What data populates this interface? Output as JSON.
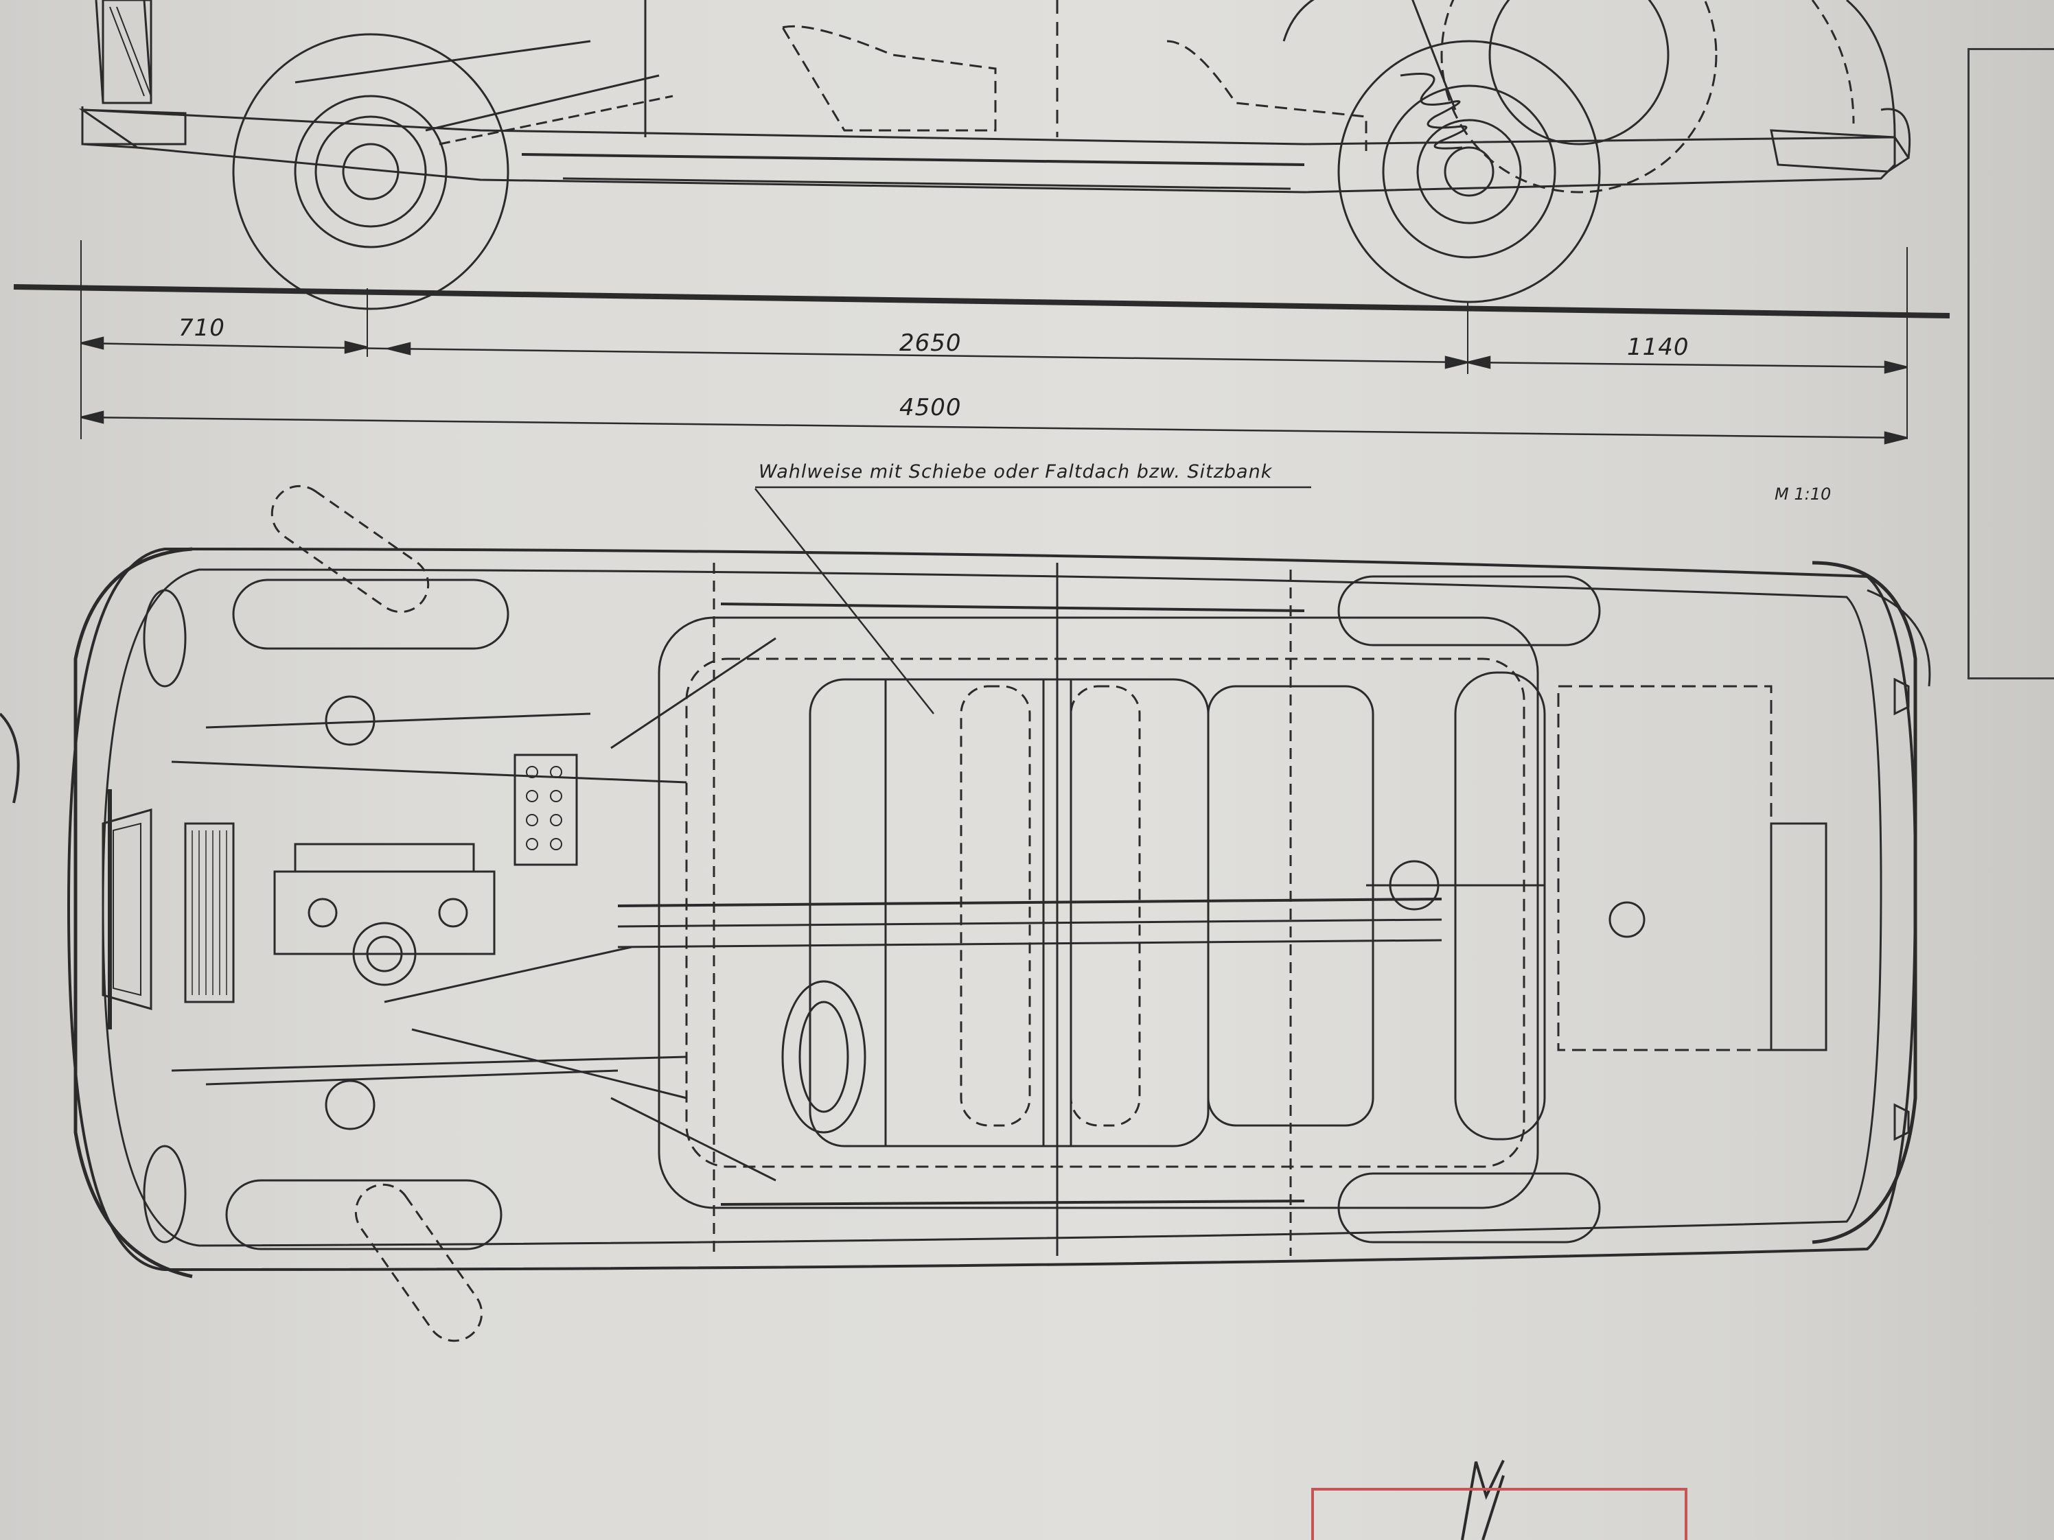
{
  "drawing": {
    "dimensions": {
      "front_overhang": "710",
      "wheelbase": "2650",
      "rear_overhang": "1140",
      "overall_length": "4500"
    },
    "note": "Wahlweise mit Schiebe oder Faltdach bzw. Sitzbank",
    "scale": "M 1:10"
  },
  "colors": {
    "ink": "#2b2b2b",
    "paper": "#dcdbd7",
    "stamp": "#c65656"
  }
}
